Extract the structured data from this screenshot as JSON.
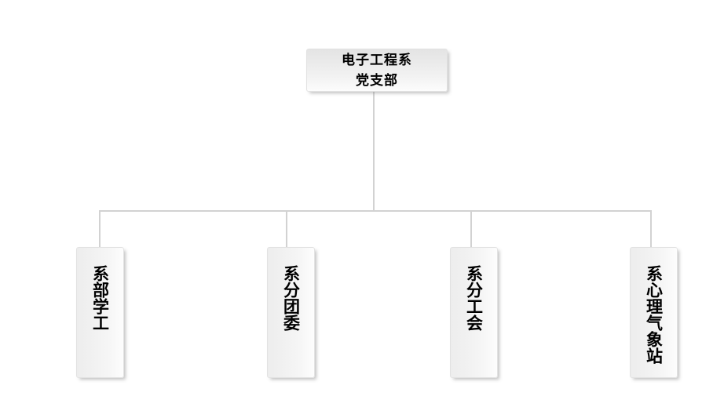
{
  "diagram": {
    "type": "org-chart",
    "orientation": "top-down",
    "background_color": "#ffffff",
    "line_color": "#d2d2d2",
    "box_fill_top": "#e6e6e6",
    "box_fill_bottom": "#fbfbfb",
    "text_color": "#000000",
    "root": {
      "label": "电子工程系\n党支部",
      "label_line1": "电子工程系",
      "label_line2": "党支部",
      "orientation": "horizontal"
    },
    "children": [
      {
        "label": "系部学工",
        "orientation": "vertical",
        "char_count": 4
      },
      {
        "label": "系分团委",
        "orientation": "vertical",
        "char_count": 4
      },
      {
        "label": "系分工会",
        "orientation": "vertical",
        "char_count": 4
      },
      {
        "label": "系心理气象站",
        "orientation": "vertical",
        "char_count": 6
      }
    ]
  }
}
